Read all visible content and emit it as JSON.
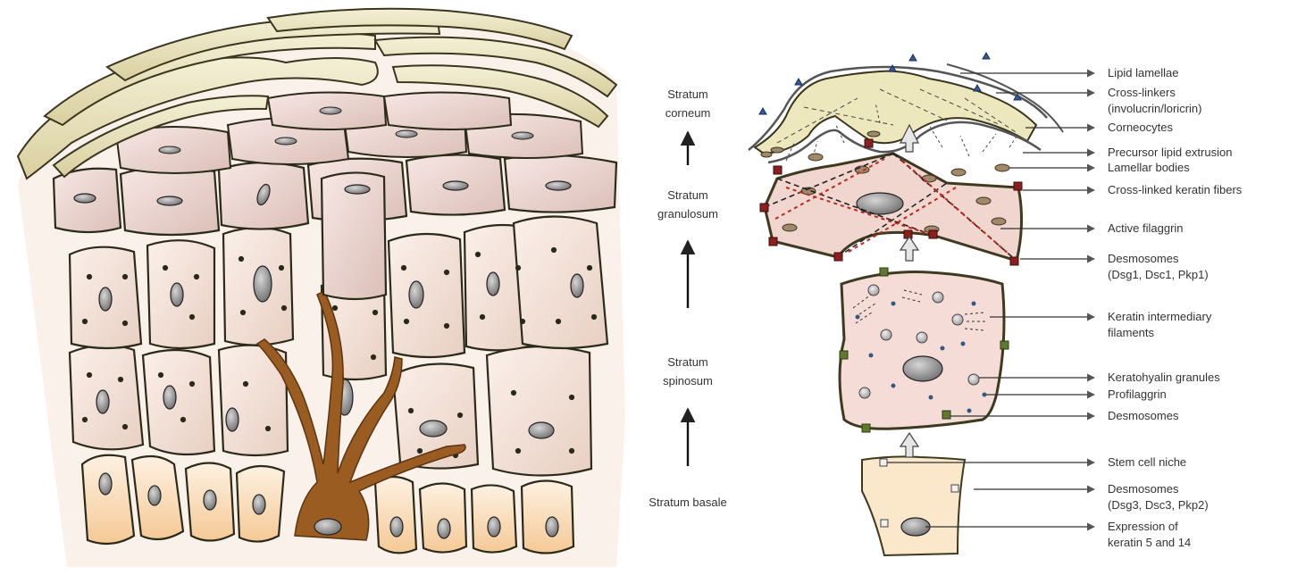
{
  "layers": {
    "corneum": "Stratum\ncorneum",
    "granulosum": "Stratum\ngranulosum",
    "spinosum": "Stratum\nspinosum",
    "basale": "Stratum basale"
  },
  "callouts": {
    "lipid_lamellae": "Lipid lamellae",
    "cross_linkers": "Cross-linkers\n(involucrin/loricrin)",
    "corneocytes": "Corneocytes",
    "precursor_lipid": "Precursor lipid extrusion",
    "lamellar_bodies": "Lamellar bodies",
    "keratin_fibers": "Cross-linked keratin fibers",
    "active_filaggrin": "Active filaggrin",
    "desmosomes_upper": "Desmosomes\n(Dsg1, Dsc1, Pkp1)",
    "keratin_filaments": "Keratin intermediary\nfilaments",
    "keratohyalin": "Keratohyalin granules",
    "profilaggrin": "Profilaggrin",
    "desmosomes_mid": "Desmosomes",
    "stem_cell_niche": "Stem cell niche",
    "desmosomes_lower": "Desmosomes\n(Dsg3, Dsc3, Pkp2)",
    "keratin_expression": "Expression of\nkeratin 5 and 14"
  },
  "colors": {
    "basal_cell": "#fbe3c4",
    "spinous_cell": "#f2ddd2",
    "granular_cell": "#ead0c9",
    "corneocyte": "#e8e2c0",
    "melanocyte": "#9b5c22",
    "nucleus": "#8a8a8a",
    "outline": "#2b2b1a",
    "red_filament": "#c0281d",
    "desmosome_red": "#8b1e1e",
    "desmosome_green": "#5e7a2a",
    "granule_blue": "#2f5a86"
  }
}
